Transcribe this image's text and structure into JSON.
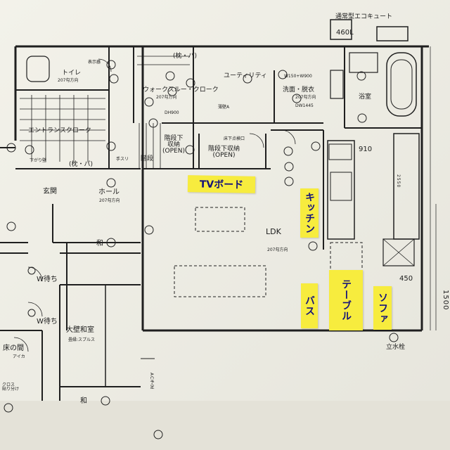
{
  "labels": {
    "water_heater_tag": "通常型エコキュート",
    "water_heater_cap": "460L",
    "toilet": "トイレ",
    "toilet_spec": "207勾方向",
    "display_indicator": "表示器",
    "pantry": "(枕・パ)",
    "utility": "ユーティリティ",
    "walk_through_closet": "ウォークスルー・クローク",
    "closet_spec": "207勾方向",
    "thin_wall_a": "薄壁A",
    "dh_size": "DH900",
    "stair_storage": "階段下\n収納\n(OPEN)",
    "under_stair_storage": "階段下収納\n(OPEN)",
    "floor_underside": "床下点検口",
    "washroom": "洗面・脱衣",
    "washroom_spec": "207勾方向",
    "dw_size_a": "W150+W900",
    "dw_size_b": "DW1445",
    "bathroom": "浴室",
    "entrance_cloak": "エントランスクローク",
    "indoor_cloth": "下がり壁",
    "closet": "(枕・パ)",
    "stairs": "階段",
    "handrail": "手スリ",
    "entrance": "玄関",
    "hall": "ホール",
    "hall_spec": "207勾方向",
    "ldk": "LDK",
    "ldk_spec": "207勾方向",
    "waiting_2": "W待ち",
    "waiting_3": "W待ち",
    "japanese_room": "大壁和室",
    "japanese_room_sub": "畳縁:スプルス",
    "tokonoma": "床の間",
    "tokonoma_sub": "アイカ",
    "cloth_a": "クロス\n貼り分け",
    "water_tap": "立水栓",
    "dim_910": "910",
    "dim_1500": "1500",
    "dim_450": "450",
    "dim_2550": "2550",
    "wa": "和",
    "ac": "AC予定"
  },
  "notes": {
    "tv_board": "TVボード",
    "cupboard": "キッチン",
    "bath": "バス",
    "table": "テーブル",
    "sofa": "ソファ"
  }
}
